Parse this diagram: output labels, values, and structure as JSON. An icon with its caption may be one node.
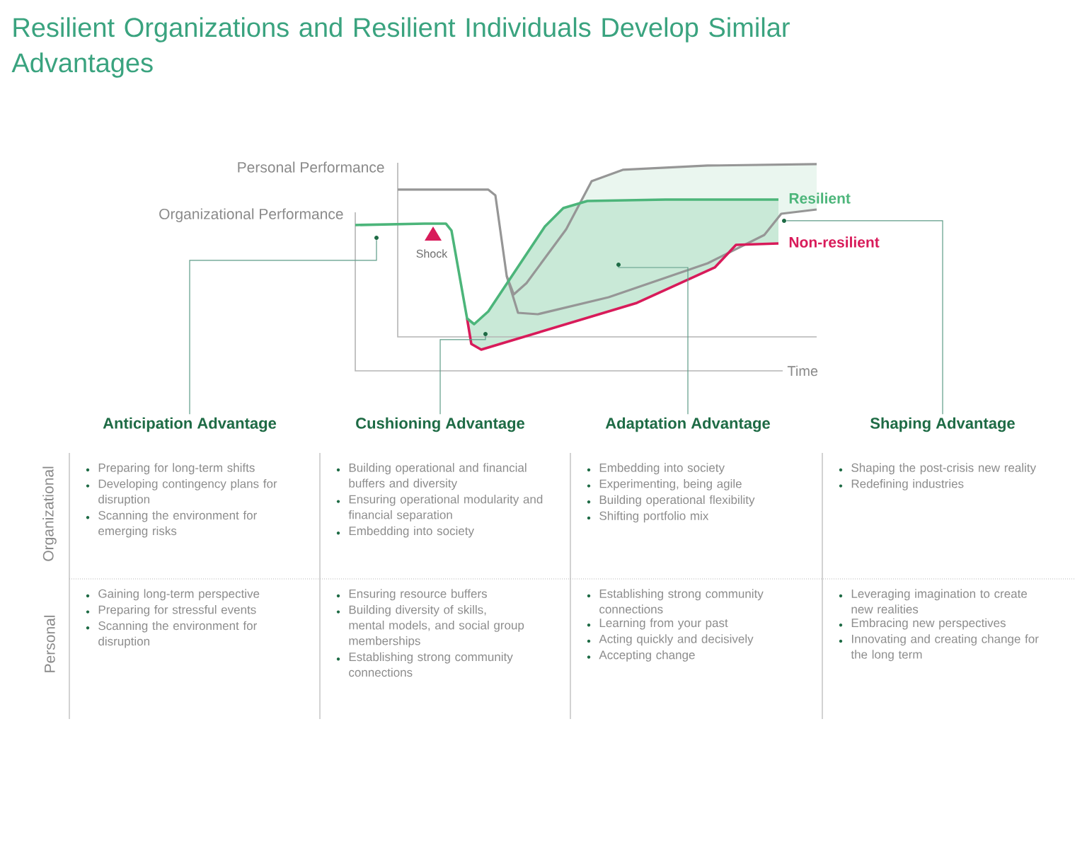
{
  "diagram": {
    "title": "Resilient Organizations and Resilient Individuals Develop Similar Advantages",
    "nodes": [
      {
        "text": [
          "Anticipation Advantage"
        ]
      },
      {
        "text": [
          "Cushioning Advantage"
        ]
      },
      {
        "text": [
          "Adaptation Advantage"
        ]
      },
      {
        "text": [
          "Shaping Advantage"
        ]
      },
      {
        "text": [],
        "shape": "circle"
      },
      {
        "text": [],
        "shape": "circle"
      },
      {
        "text": [],
        "shape": "circle"
      },
      {
        "text": [],
        "shape": "circle"
      }
    ],
    "edges": [
      {
        "from": 0,
        "to": 4,
        "arrow": "none"
      },
      {
        "from": 1,
        "to": 5,
        "arrow": "none"
      },
      {
        "from": 2,
        "to": 6,
        "arrow": "none"
      },
      {
        "from": 3,
        "to": 7,
        "arrow": "none"
      }
    ],
    "labels": [
      "Personal Performance",
      "Organizational Performance",
      "Shock",
      "Resilient",
      "Non-resilient",
      "Time",
      "Organizational",
      "Preparing for long-term shifts",
      "Developing contingency plans for disruption",
      "Scanning the environment for emerging risks",
      "Building operational and financial buffers and diversity",
      "Ensuring operational modularity and financial separation",
      "Embedding into society",
      "Embedding into society",
      "Experimenting, being agile",
      "Building operational flexibility",
      "Shifting portfolio mix",
      "Shaping the post-crisis new reality",
      "Redefining industries",
      "Personal",
      "Gaining long-term perspective",
      "Preparing for stressful events",
      "Scanning the environment for disruption",
      "Ensuring resource buffers",
      "Building diversity of skills, mental models, and social group memberships",
      "Establishing strong community connections",
      "Establishing strong community connections",
      "Learning from your past",
      "Acting quickly and decisively",
      "Accepting change",
      "Leveraging imagination to create new realities",
      "Embracing new perspectives",
      "Innovating and creating change for the long term"
    ]
  }
}
